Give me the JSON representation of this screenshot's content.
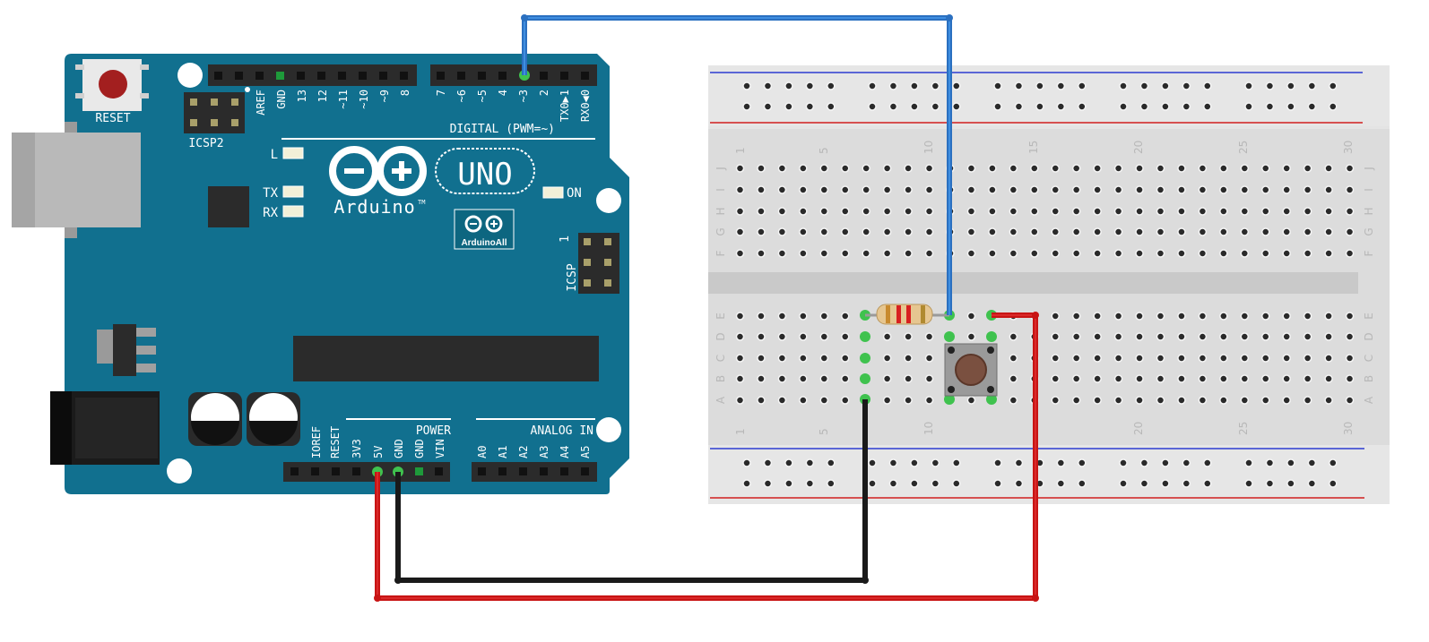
{
  "board": {
    "reset_label": "RESET",
    "icsp2_label": "ICSP2",
    "icsp_label": "ICSP",
    "icsp_pin1": "1",
    "led_l": "L",
    "led_tx": "TX",
    "led_rx": "RX",
    "led_on": "ON",
    "model": "UNO",
    "brand": "Arduino",
    "trademark": "TM",
    "logo_text": "ArduinoAll",
    "digital_label": "DIGITAL (PWM=~)",
    "power_label": "POWER",
    "analog_label": "ANALOG IN",
    "top_pins": [
      "AREF",
      "GND",
      "13",
      "12",
      "~11",
      "~10",
      "~9",
      "8",
      "7",
      "~6",
      "~5",
      "4",
      "~3",
      "2",
      "TX0▶1",
      "RX0◀0"
    ],
    "power_pins": [
      "IOREF",
      "RESET",
      "3V3",
      "5V",
      "GND",
      "GND",
      "VIN"
    ],
    "analog_pins": [
      "A0",
      "A1",
      "A2",
      "A3",
      "A4",
      "A5"
    ]
  },
  "breadboard": {
    "column_numbers": [
      "1",
      "5",
      "10",
      "15",
      "20",
      "25",
      "30"
    ],
    "rows_top": [
      "J",
      "I",
      "H",
      "G",
      "F"
    ],
    "rows_bottom": [
      "E",
      "D",
      "C",
      "B",
      "A"
    ]
  },
  "wires": [
    {
      "name": "signal-wire",
      "from": "pin ~3",
      "to": "breadboard row E col 11",
      "color": "#2f78c8"
    },
    {
      "name": "ground-wire",
      "from": "GND",
      "to": "breadboard row A col 7",
      "color": "#1a1a1a"
    },
    {
      "name": "power-wire",
      "from": "5V",
      "to": "breadboard row E col 13",
      "color": "#c81414"
    }
  ],
  "components": [
    {
      "name": "resistor",
      "color_bands": [
        "#c88a2e",
        "#d82020",
        "#d82020",
        "#b08a30"
      ]
    },
    {
      "name": "push-button",
      "cap_color": "#7a5040"
    }
  ],
  "colors": {
    "board": "#11708f",
    "header": "#2b2b2b",
    "breadboard": "#e4e4e4",
    "highlight": "#3fc24e"
  }
}
